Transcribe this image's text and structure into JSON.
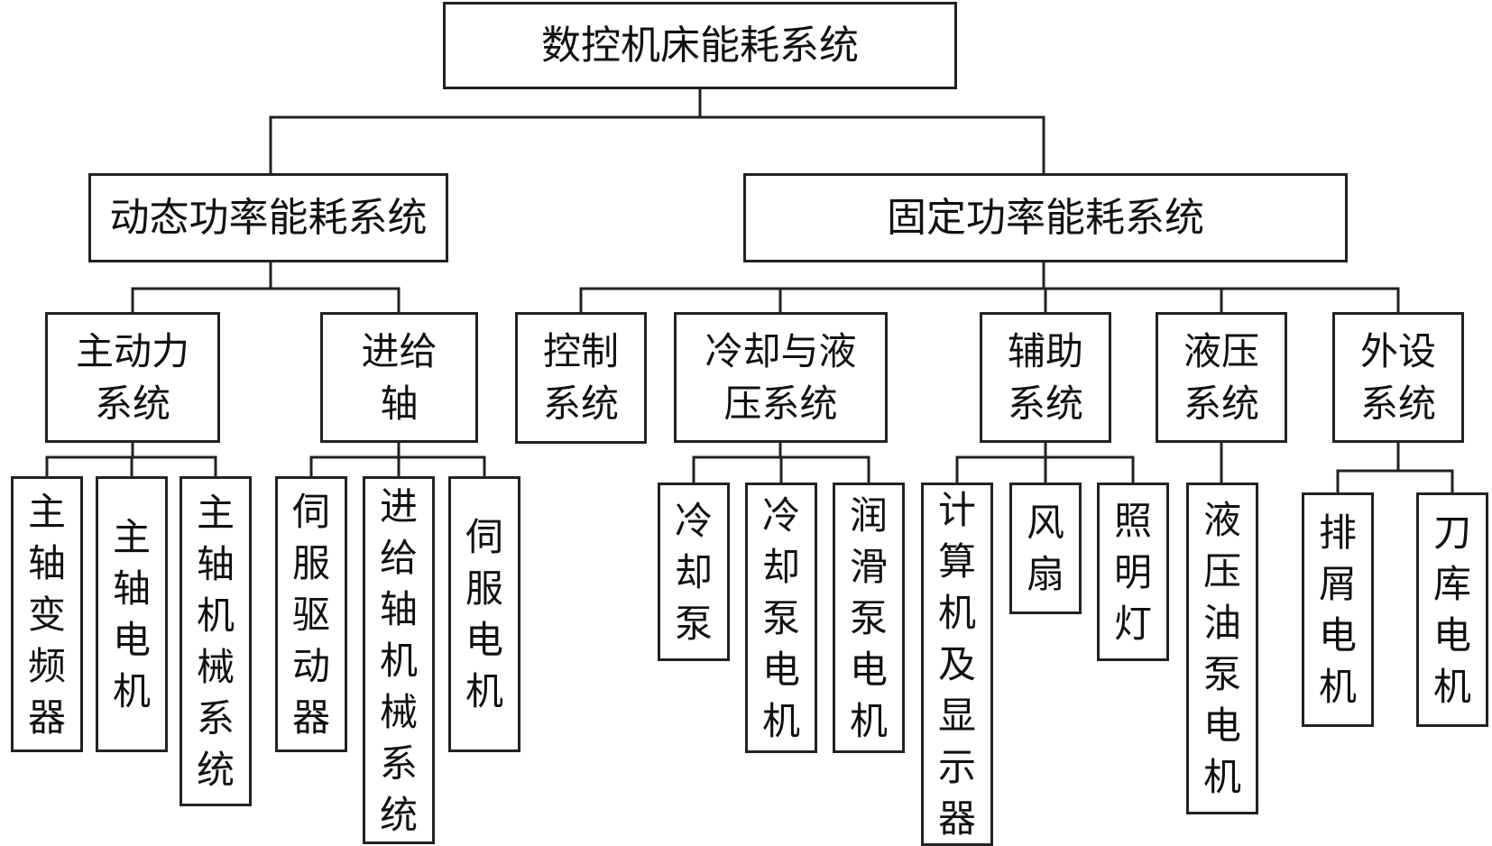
{
  "root": {
    "label": "数控机床能耗系统"
  },
  "branches": [
    {
      "label": "动态功率能耗系统",
      "groups": [
        {
          "label": "主动力\n系统",
          "items": [
            "主轴变频器",
            "主轴电机",
            "主轴机械系统"
          ]
        },
        {
          "label": "进给\n轴",
          "items": [
            "伺服驱动器",
            "进给轴机械系统",
            "伺服电机"
          ]
        }
      ]
    },
    {
      "label": "固定功率能耗系统",
      "groups": [
        {
          "label": "控制\n系统",
          "items": []
        },
        {
          "label": "冷却与液\n压系统",
          "items": [
            "冷却泵",
            "冷却泵电机",
            "润滑泵电机"
          ]
        },
        {
          "label": "辅助\n系统",
          "items": [
            "计算机及显示器",
            "风扇",
            "照明灯"
          ]
        },
        {
          "label": "液压\n系统",
          "items": [
            "液压油泵电机"
          ]
        },
        {
          "label": "外设\n系统",
          "items": [
            "排屑电机",
            "刀库电机"
          ]
        }
      ]
    }
  ]
}
